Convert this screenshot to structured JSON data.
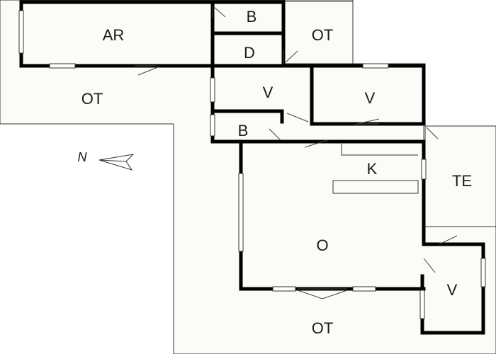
{
  "floorplan": {
    "rooms": {
      "ar": "AR",
      "b_top": "B",
      "ot_top_right": "OT",
      "d": "D",
      "ot_left": "OT",
      "v_center": "V",
      "v_right": "V",
      "b_mid": "B",
      "k": "K",
      "te": "TE",
      "o": "O",
      "v_bottom": "V",
      "ot_bottom": "OT"
    },
    "compass": {
      "label": "N"
    }
  }
}
